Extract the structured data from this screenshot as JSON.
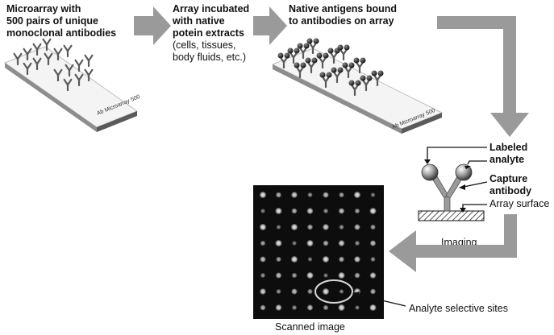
{
  "steps": {
    "step1": {
      "bold": "Microarray with\n500 pairs of unique\nmonoclonal antibodies"
    },
    "step2": {
      "bold": "Array incubated\nwith native\npotein extracts",
      "normal": "(cells, tissues,\nbody fluids, etc.)"
    },
    "step3": {
      "bold": "Native antigens bound\nto antibodies on array"
    }
  },
  "slide_label": "Ab Microarray 500",
  "schematic": {
    "labeled_analyte": "Labeled\nanalyte",
    "capture_antibody": "Capture\nantibody",
    "array_surface": "Array surface"
  },
  "imaging_label": "Imaging",
  "analyte_sites_label": "Analyte selective sites",
  "scanned_image_label": "Scanned image",
  "colors": {
    "arrow": "#9a9a9a",
    "slide_top": "#f4f4f4",
    "scan_bg": "#0d0d0d"
  }
}
